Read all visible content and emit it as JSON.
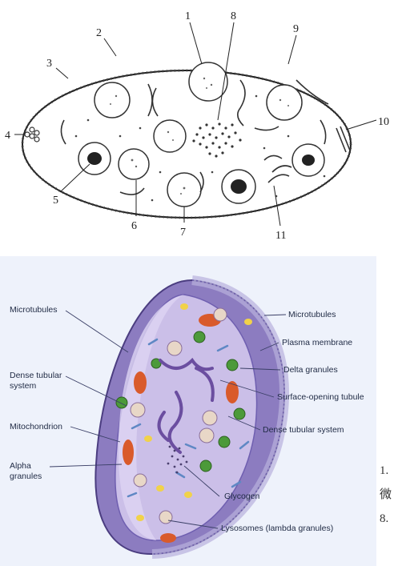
{
  "top_diagram": {
    "labels": [
      "1",
      "2",
      "3",
      "4",
      "5",
      "6",
      "7",
      "8",
      "9",
      "10",
      "11"
    ]
  },
  "bottom_diagram": {
    "left_labels": [
      "Microtubules",
      "Dense tubular",
      "system",
      "Mitochondrion",
      "Alpha",
      "granules"
    ],
    "right_labels": [
      "Microtubules",
      "Plasma membrane",
      "Delta granules",
      "Surface-opening tubule",
      "Dense tubular system"
    ],
    "bottom_labels": [
      "Glycogen",
      "Lysosomes (lambda granules)"
    ]
  },
  "side_text": [
    "1.",
    "微",
    "8."
  ]
}
